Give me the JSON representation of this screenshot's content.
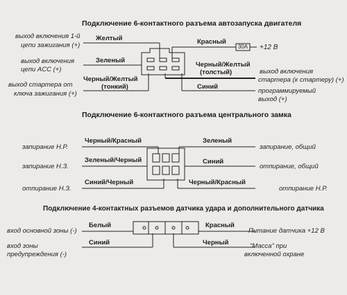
{
  "section1": {
    "title": "Подключение 6-контактного разъема автозапуска двигателя",
    "left_labels": [
      "выход включения 1-й",
      "цепи зажигания (+)",
      "выход включения",
      "цепи ACC (+)",
      "выход стартера от",
      "ключа зажигания (+)"
    ],
    "wires": {
      "yellow": "Желтый",
      "green": "Зеленый",
      "black_yellow_thin_1": "Черный/Желтый",
      "black_yellow_thin_2": "(тонкий)",
      "red": "Красный",
      "black_yellow_thick_1": "Черный/Желтый",
      "black_yellow_thick_2": "(толстый)",
      "blue": "Синий"
    },
    "fuse": "30A",
    "right_labels": [
      "+12 В",
      "выход включения",
      "стартера (к стартеру) (+)",
      "программируемый",
      "выход (+)"
    ]
  },
  "section2": {
    "title": "Подключение 6-контактного разъема центрального замка",
    "left_labels": [
      "запирание Н.Р.",
      "запирание Н.З.",
      "отпирание Н.З."
    ],
    "wires": {
      "black_red": "Черный/Красный",
      "green_black": "Зеленый/Черный",
      "blue_black": "Синий/Черный",
      "green": "Зеленый",
      "blue": "Синий",
      "black_red_2": "Черный/Красный"
    },
    "right_labels": [
      "запирание, общий",
      "отпирание, общий",
      "отпирание Н.Р."
    ]
  },
  "section3": {
    "title": "Подключение 4-контактных разъемов датчика удара и дополнительного датчика",
    "left_labels": [
      "вход основной зоны (-)",
      "вход зоны",
      "предупреждения (-)"
    ],
    "wires": {
      "white": "Белый",
      "blue": "Синий",
      "red": "Красный",
      "black": "Черный"
    },
    "right_labels": [
      "Питание датчика +12 В",
      "\"Масса\" при",
      "включенной охране"
    ]
  }
}
